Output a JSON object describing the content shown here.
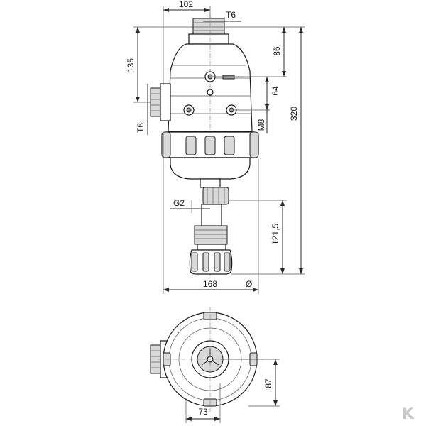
{
  "dimensions": {
    "width_top": "102",
    "thread_top": "T6",
    "height_upper": "135",
    "height_86": "86",
    "height_64": "64",
    "thread_side": "T6",
    "bolt": "M8",
    "height_total": "320",
    "thread_bottom": "G2",
    "height_lower": "121,5",
    "width_total": "168",
    "diameter_symbol": "Ø",
    "height_bottom_view": "87",
    "width_bottom_view": "73"
  },
  "logo": {
    "text": "K"
  }
}
